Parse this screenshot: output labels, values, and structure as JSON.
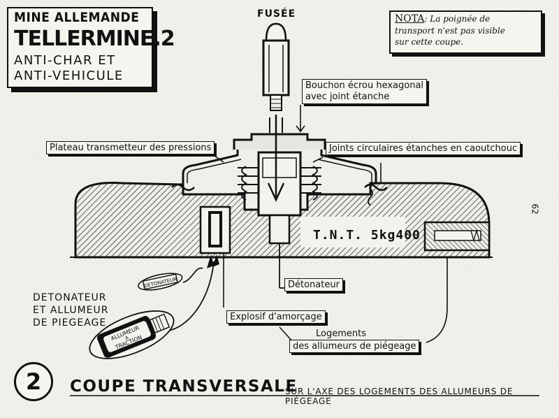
{
  "title": {
    "line1": "MINE ALLEMANDE",
    "line2": "TELLERMINE.2",
    "line3": "ANTI-CHAR ET",
    "line4": "ANTI-VEHICULE"
  },
  "note": {
    "heading": "NOTA",
    "line1": ": La poignée de",
    "line2": "transport n'est pas visible",
    "line3": "sur cette coupe."
  },
  "labels": {
    "fusee": "FUSÉE",
    "bouchon_1": "Bouchon écrou hexagonal",
    "bouchon_2": "avec joint étanche",
    "plateau": "Plateau transmetteur des pressions",
    "joints": "Joints circulaires étanches en caoutchouc",
    "tnt": "T.N.T. 5kg400",
    "detonateur": "Détonateur",
    "explosif": "Explosif d'amorçage",
    "logements_1": "Logements",
    "logements_2": "des allumeurs de piégeage",
    "det_allum_1": "DETONATEUR",
    "det_allum_2": "ET ALLUMEUR",
    "det_allum_3": "DE PIEGEAGE",
    "small_det": "DETONATEUR",
    "allumeur_1": "ALLUMEUR",
    "allumeur_2": "A",
    "allumeur_3": "TRACTION",
    "side_number": "62"
  },
  "footer": {
    "number": "2",
    "title": "COUPE TRANSVERSALE",
    "subtitle": "SUR L'AXE DES LOGEMENTS DES ALLUMEURS DE PIÉGEAGE"
  }
}
